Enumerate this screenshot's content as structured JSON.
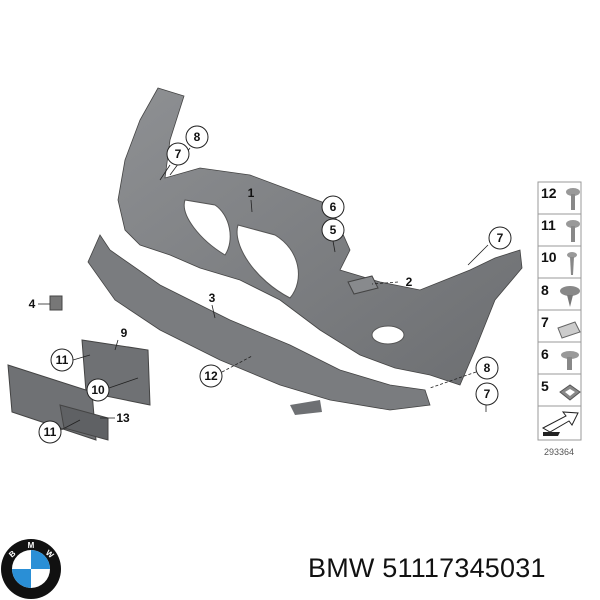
{
  "diagram": {
    "callouts": [
      {
        "label": "8",
        "circled": true
      },
      {
        "label": "7",
        "circled": true
      },
      {
        "label": "1",
        "circled": false
      },
      {
        "label": "6",
        "circled": true
      },
      {
        "label": "5",
        "circled": true
      },
      {
        "label": "2",
        "circled": false
      },
      {
        "label": "7",
        "circled": true
      },
      {
        "label": "3",
        "circled": false
      },
      {
        "label": "4",
        "circled": false
      },
      {
        "label": "9",
        "circled": false
      },
      {
        "label": "11",
        "circled": true
      },
      {
        "label": "12",
        "circled": true
      },
      {
        "label": "10",
        "circled": true
      },
      {
        "label": "8",
        "circled": true
      },
      {
        "label": "7",
        "circled": true
      },
      {
        "label": "13",
        "circled": false
      },
      {
        "label": "11",
        "circled": true
      }
    ],
    "legend": [
      {
        "label": "12",
        "icon": "screw-icon"
      },
      {
        "label": "11",
        "icon": "screw-icon"
      },
      {
        "label": "10",
        "icon": "self-tapping-screw-icon"
      },
      {
        "label": "8",
        "icon": "expanding-rivet-icon"
      },
      {
        "label": "7",
        "icon": "clip-nut-icon"
      },
      {
        "label": "6",
        "icon": "screw-icon"
      },
      {
        "label": "5",
        "icon": "square-washer-icon"
      },
      {
        "label": "",
        "icon": "direction-arrow-icon"
      }
    ],
    "diagram_number": "293364"
  },
  "brand": {
    "logo_text": "BMW",
    "colors": {
      "blue": "#2a8fd6",
      "ring": "#111111"
    }
  },
  "part_number_text": "BMW 51117345031",
  "colors": {
    "part_grey": "#7d7f82",
    "part_dark": "#5e6063"
  }
}
